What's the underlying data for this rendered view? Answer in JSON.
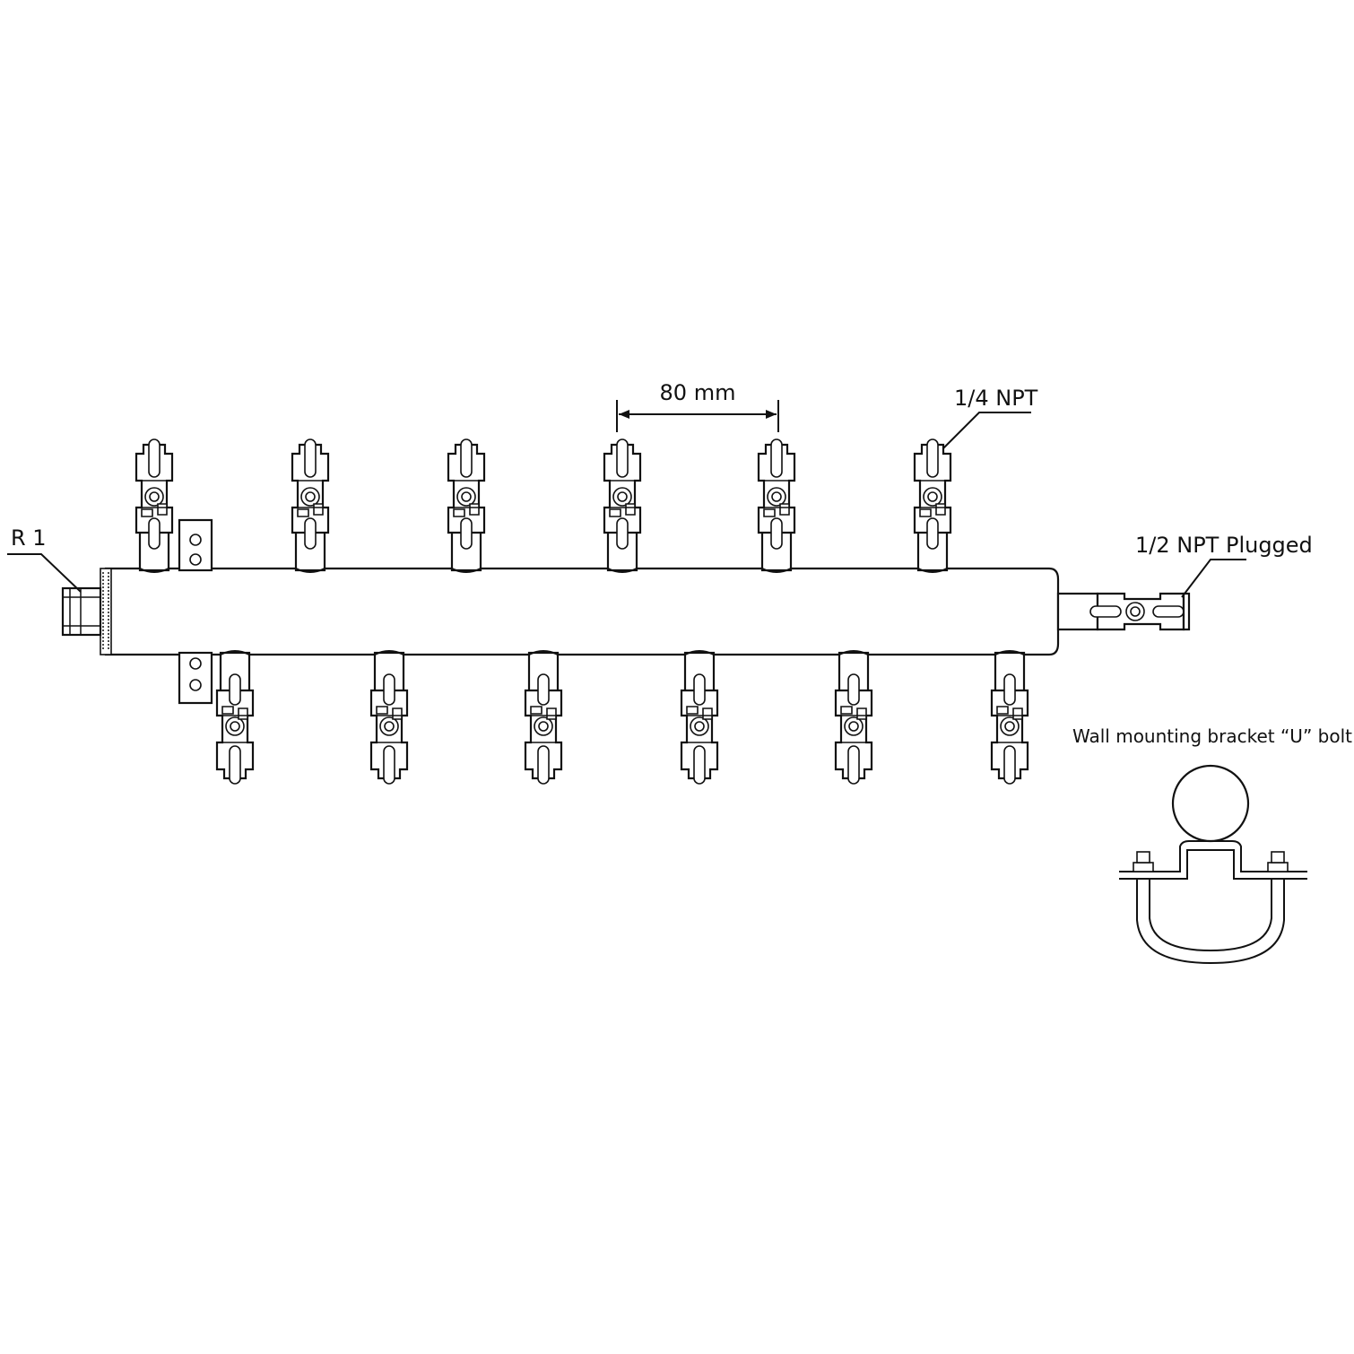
{
  "labels": {
    "inlet": "R 1",
    "spacing": "80 mm",
    "outlet": "1/4 NPT",
    "end_port": "1/2 NPT Plugged",
    "bracket": "Wall mounting bracket “U” bolt"
  },
  "manifold": {
    "top_valve_count": 6,
    "bottom_valve_count": 6
  }
}
